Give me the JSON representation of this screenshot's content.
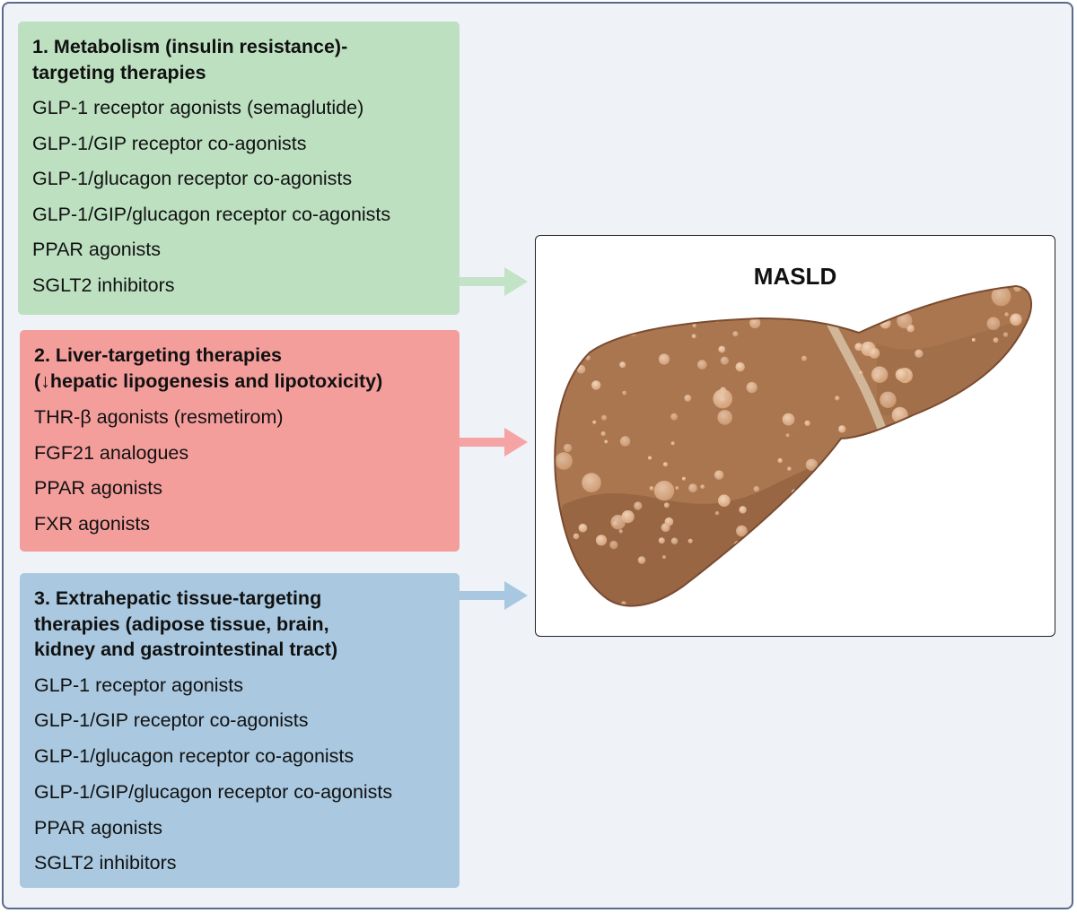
{
  "groups": [
    {
      "title": "1. Metabolism (insulin resistance)-targeting therapies",
      "title_lines": [
        "1. Metabolism (insulin resistance)-",
        "targeting therapies"
      ],
      "color": "#bde0c1",
      "arrow_color": "#c3e3c6",
      "items": [
        "GLP-1 receptor agonists (semaglutide)",
        "GLP-1/GIP receptor co-agonists",
        "GLP-1/glucagon receptor co-agonists",
        "GLP-1/GIP/glucagon receptor co-agonists",
        "PPAR agonists",
        "SGLT2 inhibitors"
      ]
    },
    {
      "title": "2. Liver-targeting therapies (↓hepatic lipogenesis and lipotoxicity)",
      "title_lines": [
        "2. Liver-targeting therapies",
        "(↓hepatic lipogenesis and lipotoxicity)"
      ],
      "color": "#f49e9c",
      "arrow_color": "#f6a3a5",
      "items": [
        "THR-β agonists (resmetirom)",
        "FGF21 analogues",
        "PPAR agonists",
        "FXR agonists"
      ]
    },
    {
      "title": "3. Extrahepatic tissue-targeting therapies (adipose tissue, brain, kidney and gastrointestinal tract)",
      "title_lines": [
        "3. Extrahepatic tissue-targeting",
        "therapies (adipose tissue, brain,",
        "kidney and gastrointestinal tract)"
      ],
      "color": "#aac9e0",
      "arrow_color": "#a8c8e2",
      "items": [
        "GLP-1 receptor agonists",
        "GLP-1/GIP receptor co-agonists",
        "GLP-1/glucagon receptor co-agonists",
        "GLP-1/GIP/glucagon receptor co-agonists",
        "PPAR agonists",
        "SGLT2 inhibitors"
      ]
    }
  ],
  "target": {
    "title": "MASLD",
    "image": "fatty-liver-illustration"
  },
  "colors": {
    "background": "#eff3f8",
    "frame_border": "#5a6a8c",
    "liver_base": "#a9764f",
    "liver_dark": "#8c5a3c",
    "fat_droplet": "#e6bd9c"
  }
}
